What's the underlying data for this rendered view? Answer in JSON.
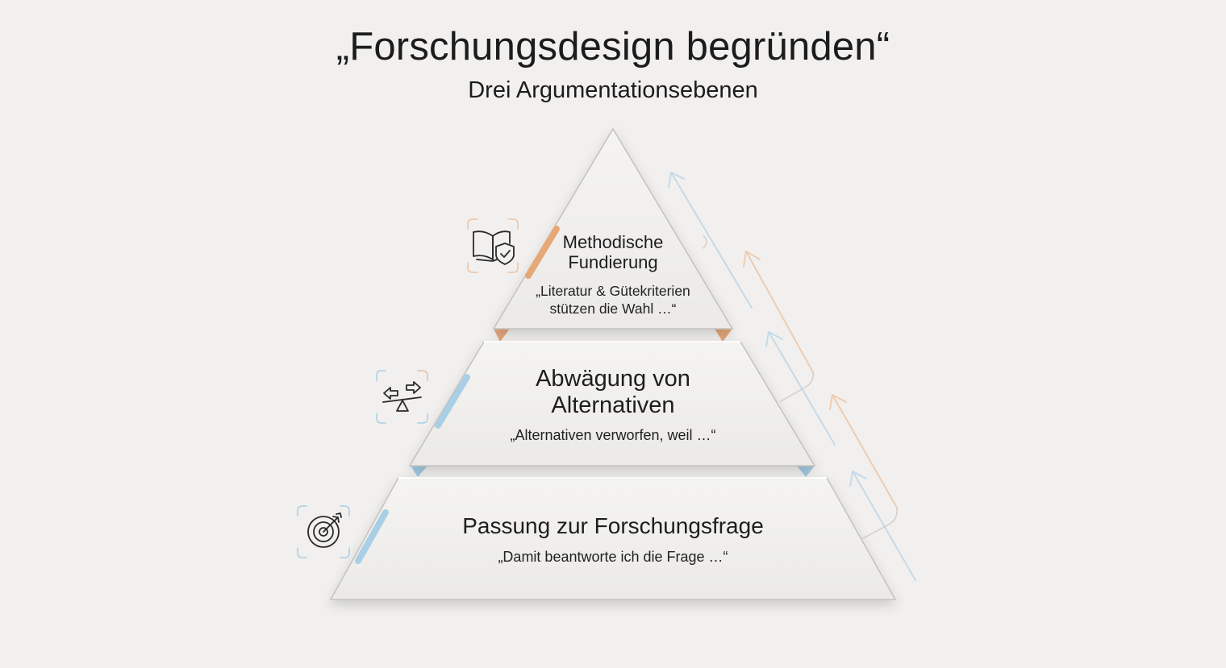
{
  "header": {
    "title": "„Forschungsdesign begründen“",
    "subtitle": "Drei Argumentationsebenen"
  },
  "tiers": [
    {
      "title_line1": "Methodische",
      "title_line2": "Fundierung",
      "quote_line1": "„Literatur & Gütekriterien",
      "quote_line2": "stützen die Wahl …“",
      "icon": "book-shield-icon",
      "accent": "#e7a878"
    },
    {
      "title_line1": "Abwägung von",
      "title_line2": "Alternativen",
      "quote_line1": "„Alternativen verworfen, weil …“",
      "icon": "balance-arrows-icon",
      "accent": "#a9cfe6"
    },
    {
      "title_line1": "Passung zur Forschungsfrage",
      "quote_line1": "„Damit beantworte ich die Frage …“",
      "icon": "target-icon",
      "accent": "#a9cfe6"
    }
  ],
  "colors": {
    "background": "#f1f0ee",
    "tier_fill": "#f0efed",
    "tier_edge": "#c8c6c2",
    "accent_orange": "#e7a878",
    "accent_blue": "#a9cfe6"
  }
}
